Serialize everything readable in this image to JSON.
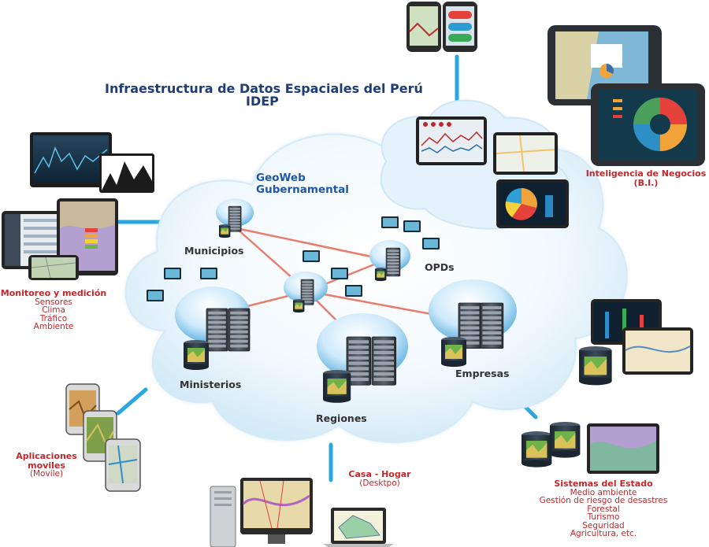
{
  "title": {
    "line1": "Infraestructura de Datos Espaciales del Perú",
    "line2": "IDEP"
  },
  "cloud": {
    "title_line1": "GeoWeb",
    "title_line2": "Gubernamental"
  },
  "nodes": {
    "municipios": "Municipios",
    "ministerios": "Ministerios",
    "regiones": "Regiones",
    "empresas": "Empresas",
    "opds": "OPDs"
  },
  "monitoreo": {
    "heading": "Monitoreo y medición",
    "items": [
      "Sensores",
      "Clima",
      "Tráfico",
      "Ambiente"
    ]
  },
  "bi": {
    "line1": "Inteligencia de Negocios",
    "line2": "(B.I.)"
  },
  "apps": {
    "line1": "Aplicaciones",
    "line2": "moviles",
    "line3": "(Movile)"
  },
  "casa": {
    "line1": "Casa - Hogar",
    "line2": "(Desktpo)"
  },
  "sistemas": {
    "heading": "Sistemas del Estado",
    "items": [
      "Medio ambiente",
      "Gestión de riesgo de desastres",
      "Forestal",
      "Turismo",
      "Seguridad",
      "Agricultura, etc."
    ]
  },
  "colors": {
    "title": "#1d3c78",
    "cloud_title": "#1f56a8",
    "red_text": "#c0282c",
    "link_line": "#e87d6e",
    "connector": "#29a8e0"
  }
}
